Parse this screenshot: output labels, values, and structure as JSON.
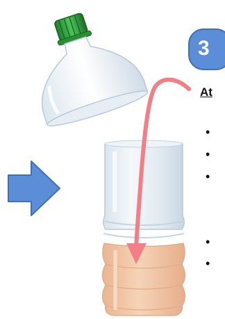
{
  "step": {
    "number": "3",
    "badge_color": "#5b8ed6"
  },
  "instructions": {
    "heading": "At",
    "bullet_glyph": "•",
    "bullet_count": 5
  },
  "illustration": {
    "arrow_icon": "right-arrow-icon",
    "bottle_cap_color": "#2e9a3a",
    "insert_arrow_color": "#f27f86",
    "liquid_color": "#efc4a4"
  }
}
